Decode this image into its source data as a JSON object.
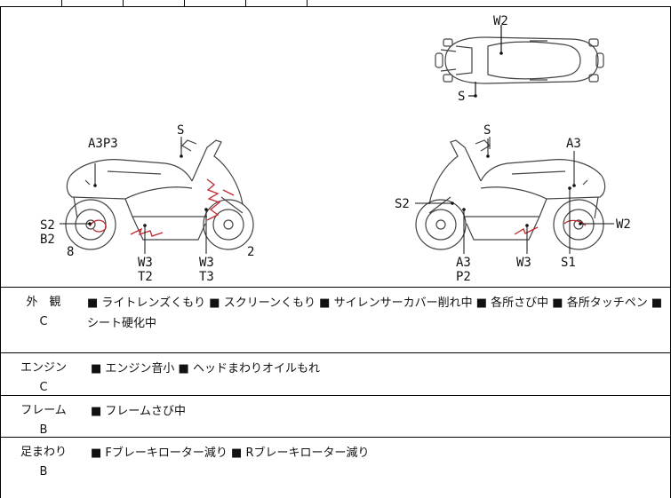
{
  "rows": [
    {
      "category": "外　観",
      "grade": "C",
      "items_line1": "■ ライトレンズくもり ■ スクリーンくもり ■ サイレンサーカバー削れ中 ■ 各所さび中 ■ 各所タッチペン ■",
      "items_line2": "シート硬化中"
    },
    {
      "category": "エンジン",
      "grade": "C",
      "items_line1": "■ エンジン音小 ■ ヘッドまわりオイルもれ"
    },
    {
      "category": "フレーム",
      "grade": "B",
      "items_line1": "■ フレームさび中"
    },
    {
      "category": "足まわり",
      "grade": "B",
      "items_line1": "■ Fブレーキローター減り ■ Rブレーキローター減り"
    }
  ],
  "diagram": {
    "top_view": {
      "w2": "W2",
      "s": "S"
    },
    "left_view": {
      "s": "S",
      "a3p3": "A3P3",
      "s2": "S2",
      "b2": "B2",
      "eight": "8",
      "w3_t2_a": "W3",
      "w3_t2_b": "T2",
      "w3_t3_a": "W3",
      "w3_t3_b": "T3",
      "two": "2"
    },
    "right_view": {
      "s": "S",
      "a3": "A3",
      "s2": "S2",
      "w2": "W2",
      "a3p2_a": "A3",
      "a3p2_b": "P2",
      "w3": "W3",
      "s1": "S1"
    },
    "damage_color": "#c0282d"
  }
}
